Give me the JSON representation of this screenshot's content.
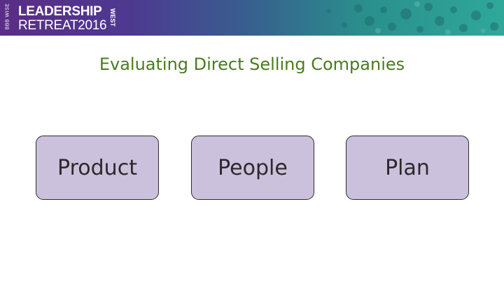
{
  "header": {
    "logo": {
      "left_vertical": "BBB WISE",
      "line1": "LEADERSHIP",
      "line2_word": "RETREAT",
      "line2_year": "2016",
      "right_vertical": "WEST"
    }
  },
  "slide": {
    "title": "Evaluating Direct Selling Companies",
    "boxes": [
      {
        "label": "Product"
      },
      {
        "label": "People"
      },
      {
        "label": "Plan"
      }
    ]
  },
  "colors": {
    "title": "#4a7b1f",
    "box_fill": "#ccc1dd",
    "box_border": "#2b2b2b",
    "banner_start": "#5a2d86",
    "banner_end": "#2fa89a"
  }
}
